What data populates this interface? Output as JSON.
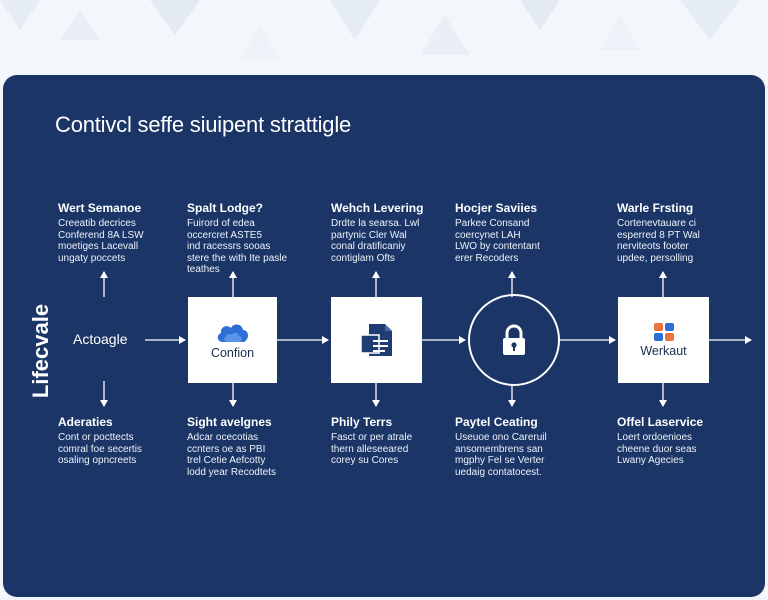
{
  "title": "Contivcl seffe siuipent strattigle",
  "side_label": "Lifecvale",
  "start_node": {
    "label": "Actoagle"
  },
  "nodes": [
    {
      "type": "box",
      "caption": "Confion",
      "icon": "cloud-icon"
    },
    {
      "type": "box",
      "caption": "",
      "icon": "document-icon"
    },
    {
      "type": "circle",
      "caption": "",
      "icon": "lock-icon"
    },
    {
      "type": "box",
      "caption": "Werkaut",
      "icon": "app-logo-icon"
    }
  ],
  "top_blocks": [
    {
      "heading": "Wert Semanoe",
      "lines": [
        "Creeatib decrices",
        "Conferend 8A LSW",
        "moetiges Lacevall",
        "ungaty poccets"
      ]
    },
    {
      "heading": "Spalt Lodge?",
      "lines": [
        "Fuirord of edea",
        "occercret ASTE5",
        "ind racessrs sooas",
        "stere the with Ite pasle",
        "teathes"
      ]
    },
    {
      "heading": "Wehch Levering",
      "lines": [
        "Drdte la searsa. Lwl",
        "partynic Cler Wal",
        "conal dratificaniy",
        "contiglam Ofts"
      ]
    },
    {
      "heading": "Hocjer Saviies",
      "lines": [
        "Parkee Consand",
        "coercynet LAH",
        "LWO by contentant",
        "erer Recoders"
      ]
    },
    {
      "heading": "Warle Frsting",
      "lines": [
        "Cortenevtauare ci",
        "esperred 8 PT Wal",
        "nerviteots footer",
        "updee, persolling"
      ]
    }
  ],
  "bottom_blocks": [
    {
      "heading": "Aderaties",
      "lines": [
        "Cont or pocttects",
        "comral foe secertis",
        "osaling opncreets"
      ]
    },
    {
      "heading": "Sight avelgnes",
      "lines": [
        "Adcar ocecotias",
        "ccnters oe as PBI",
        "trel Cetie Aefcotty",
        "lodd year Recodtets"
      ]
    },
    {
      "heading": "Phily Terrs",
      "lines": [
        "Fasct or per atrale",
        "thern alleseeared",
        "corey su Cores"
      ]
    },
    {
      "heading": "Paytel Ceating",
      "lines": [
        "Useuoe ono Careruil",
        "ansomembrens san",
        "mgphy Fel se Verter",
        "uedaig contatocest."
      ]
    },
    {
      "heading": "Offel Laservice",
      "lines": [
        "Loert ordoenioes",
        "cheene duor seas",
        "Lwany Agecies"
      ]
    }
  ],
  "colors": {
    "panel": "#1a3566",
    "page": "#f3f6fb",
    "line": "#ffffff",
    "box": "#ffffff",
    "accent_blue": "#2d6fd6",
    "accent_orange": "#e8743b"
  }
}
